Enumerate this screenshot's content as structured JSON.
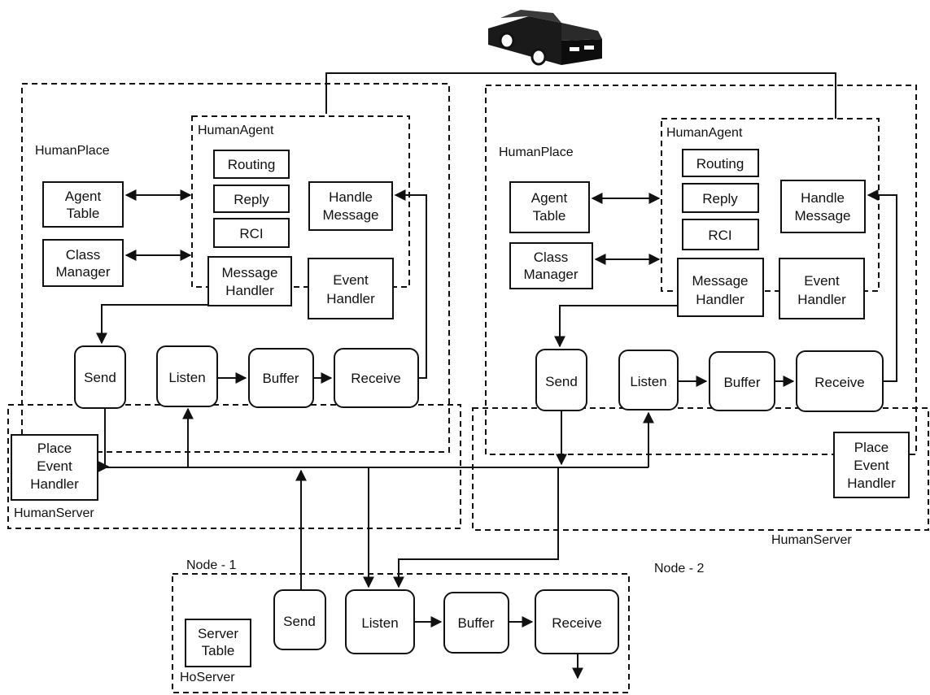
{
  "colors": {
    "ink": "#111111",
    "background": "#ffffff",
    "car_body": "#1a1a1a"
  },
  "vehicle": {
    "icon": "car-icon"
  },
  "node1": {
    "caption": "Node - 1",
    "place_label": "HumanPlace",
    "agent_label": "HumanAgent",
    "agent_table": [
      "Agent",
      "Table"
    ],
    "class_manager": [
      "Class",
      "Manager"
    ],
    "routing": "Routing",
    "reply": "Reply",
    "rci": "RCI",
    "handle_message": [
      "Handle",
      "Message"
    ],
    "message_handler": [
      "Message",
      "Handler"
    ],
    "event_handler": [
      "Event",
      "Handler"
    ],
    "send": "Send",
    "listen": "Listen",
    "buffer": "Buffer",
    "receive": "Receive",
    "place_event_handler": [
      "Place",
      "Event",
      "Handler"
    ],
    "server_label": "HumanServer"
  },
  "node2": {
    "caption": "Node - 2",
    "place_label": "HumanPlace",
    "agent_label": "HumanAgent",
    "agent_table": [
      "Agent",
      "Table"
    ],
    "class_manager": [
      "Class",
      "Manager"
    ],
    "routing": "Routing",
    "reply": "Reply",
    "rci": "RCI",
    "handle_message": [
      "Handle",
      "Message"
    ],
    "message_handler": [
      "Message",
      "Handler"
    ],
    "event_handler": [
      "Event",
      "Handler"
    ],
    "send": "Send",
    "listen": "Listen",
    "buffer": "Buffer",
    "receive": "Receive",
    "place_event_handler": [
      "Place",
      "Event",
      "Handler"
    ],
    "server_label": "HumanServer"
  },
  "hoserver": {
    "label": "HoServer",
    "server_table": [
      "Server",
      "Table"
    ],
    "send": "Send",
    "listen": "Listen",
    "buffer": "Buffer",
    "receive": "Receive"
  }
}
